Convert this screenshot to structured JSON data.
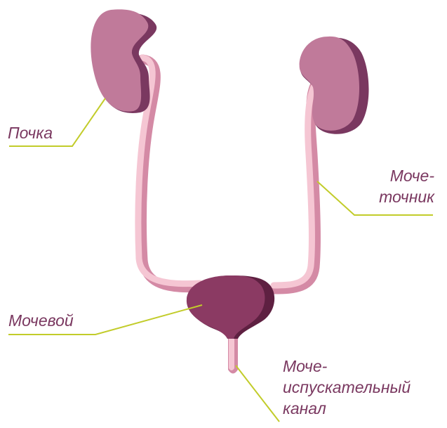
{
  "labels": {
    "kidney": "Почка",
    "ureter": [
      "Моче-",
      "точник"
    ],
    "bladder": "Мочевой",
    "urethra": [
      "Моче-",
      "испускательный",
      "канал"
    ]
  },
  "colors": {
    "kidney": "#c07a9a",
    "kidney_shadow": "#7a3860",
    "ureter": "#f5c6d3",
    "ureter_shadow": "#d48aa5",
    "bladder": "#8b3a63",
    "bladder_shadow": "#5e2041",
    "leader_line": "#c2cc2a",
    "label_text": "#7a3860"
  }
}
